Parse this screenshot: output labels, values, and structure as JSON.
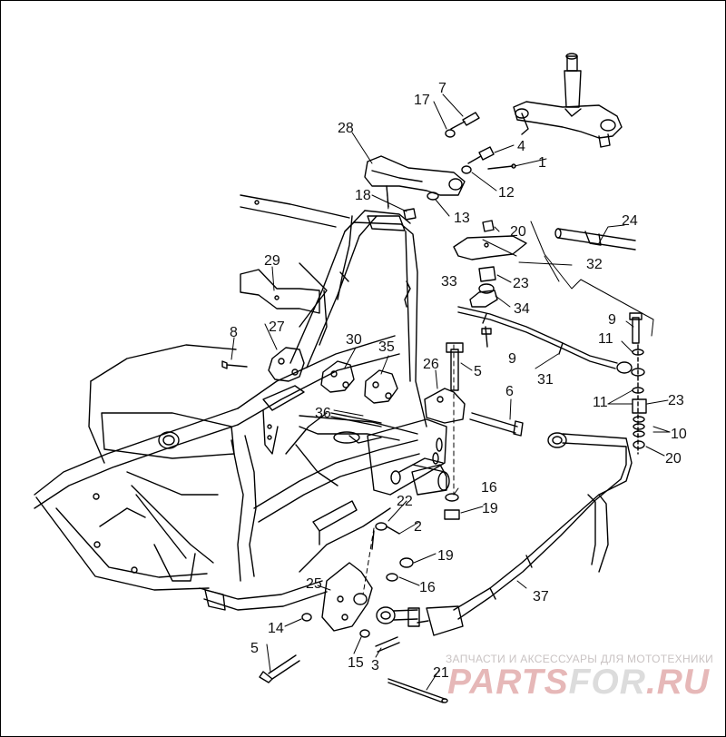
{
  "watermark": {
    "subtitle": "ЗАПЧАСТИ И АКСЕССУАРЫ ДЛЯ МОТОТЕХНИКИ",
    "brand_left": "PARTS",
    "brand_mid": "FOR",
    "brand_right": ".RU"
  },
  "callouts": {
    "c1": "1",
    "c2": "2",
    "c3": "3",
    "c4": "4",
    "c5a": "5",
    "c5b": "5",
    "c6": "6",
    "c7": "7",
    "c8": "8",
    "c9a": "9",
    "c9b": "9",
    "c10": "10",
    "c11a": "11",
    "c11b": "11",
    "c12": "12",
    "c13": "13",
    "c14": "14",
    "c15": "15",
    "c16a": "16",
    "c16b": "16",
    "c17": "17",
    "c18": "18",
    "c19a": "19",
    "c19b": "19",
    "c20a": "20",
    "c20b": "20",
    "c21": "21",
    "c22": "22",
    "c23a": "23",
    "c23b": "23",
    "c24": "24",
    "c25": "25",
    "c26": "26",
    "c27": "27",
    "c28": "28",
    "c29": "29",
    "c30": "30",
    "c31": "31",
    "c32": "32",
    "c33": "33",
    "c34": "34",
    "c35": "35",
    "c36": "36",
    "c37": "37"
  }
}
